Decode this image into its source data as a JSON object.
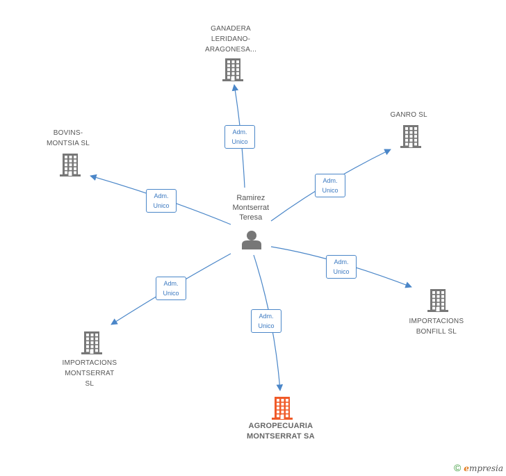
{
  "colors": {
    "edge": "#4a86c8",
    "company_icon": "#777777",
    "company_icon_main": "#f05a28",
    "person_icon": "#777777"
  },
  "center": {
    "icon": "person-icon",
    "label_lines": [
      "Ramirez",
      "Montserrat",
      "Teresa"
    ]
  },
  "relation_label_lines": [
    "Adm.",
    "Unico"
  ],
  "nodes": [
    {
      "id": "ganadera",
      "icon": "building-icon",
      "main": false,
      "label_lines": [
        "GANADERA",
        "LERIDANO-",
        "ARAGONESA..."
      ]
    },
    {
      "id": "ganro",
      "icon": "building-icon",
      "main": false,
      "label_lines": [
        "GANRO  SL"
      ]
    },
    {
      "id": "bovins",
      "icon": "building-icon",
      "main": false,
      "label_lines": [
        "BOVINS-",
        "MONTSIA  SL"
      ]
    },
    {
      "id": "bonfill",
      "icon": "building-icon",
      "main": false,
      "label_lines": [
        "IMPORTACIONS",
        "BONFILL  SL"
      ]
    },
    {
      "id": "montserrat-sl",
      "icon": "building-icon",
      "main": false,
      "label_lines": [
        "IMPORTACIONS",
        "MONTSERRAT",
        "SL"
      ]
    },
    {
      "id": "agropecuaria",
      "icon": "building-icon",
      "main": true,
      "label_lines": [
        "AGROPECUARIA",
        "MONTSERRAT SA"
      ]
    }
  ],
  "footer": {
    "symbol": "©",
    "brand_initial": "e",
    "brand_rest": "mpresia"
  }
}
